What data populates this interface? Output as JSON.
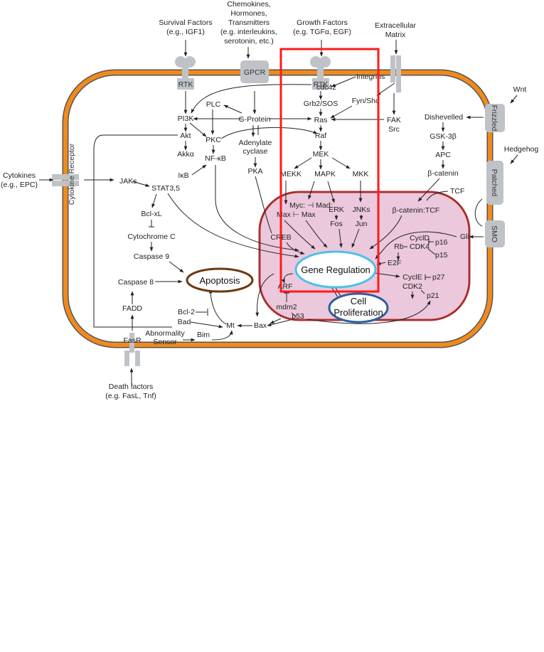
{
  "title": "Cancer cell signaling pathways",
  "colors": {
    "membrane": "#f08a1c",
    "nucleus_fill": "#ebc8dc",
    "nucleus_border": "#d42a2a",
    "highlight_box": "#ff1a1a",
    "receptor": "#bfc3c8",
    "gene_regulation_border": "#4cc0ee",
    "cell_proliferation_border": "#2e5f9e",
    "apoptosis_border": "#6b3a12"
  },
  "external_signals": {
    "survival": [
      "Survival Factors",
      "(e.g., IGF1)"
    ],
    "chemokines": [
      "Chemokines,",
      "Hormones,",
      "Transmitters",
      "(e.g. interleukins,",
      "serotonin, etc.)"
    ],
    "growth": [
      "Growth Factors",
      "(e.g. TGFα, EGF)"
    ],
    "ecm": [
      "Extracellular",
      "Matrix"
    ],
    "wnt": "Wnt",
    "hedgehog": "Hedgehog",
    "cytokines": [
      "Cytokines",
      "(e.g., EPC)"
    ],
    "death": [
      "Death factors",
      "(e.g. FasL, Tnf)"
    ]
  },
  "receptors": {
    "rtk_left": "RTK",
    "gpcr": "GPCR",
    "rtk_mid": "RTK",
    "integrins": "Integrins",
    "frizzled": "Frizzled",
    "patched": "Patched",
    "smo": "SMO",
    "cytokine_receptor": "Cytokine Receptor",
    "fasr": "FasR"
  },
  "nodes": {
    "cdc42": "cdc42",
    "pi3k": "PI3K",
    "plc": "PLC",
    "g_protein": "G-Protein",
    "akt": "Akt",
    "pkc": "PKC",
    "akka": "Akkα",
    "nfkb": "NF-κB",
    "ikb": "IκB",
    "adenylate": [
      "Adenylate",
      "cyclase"
    ],
    "pka": "PKA",
    "grb2": "Grb2/SOS",
    "fyn": "Fyn/Shc",
    "ras": "Ras",
    "fak": "FAK",
    "src": "Src",
    "raf": "Raf",
    "mek": "MEK",
    "mekk": "MEKK",
    "mapk": "MAPK",
    "mkk": "MKK",
    "dishevelled": "Dishevelled",
    "gsk": "GSK-3β",
    "apc": "APC",
    "bcatenin": "β-catenin",
    "tcf": "TCF",
    "jaks": "JAKs",
    "stat": "STAT3,5",
    "bclxl": "Bcl-xL",
    "cytochrome": "Cytochrome C",
    "caspase9": "Caspase 9",
    "caspase8": "Caspase 8",
    "fadd": "FADD",
    "bad": "Bad",
    "bcl2": "Bcl-2",
    "mt": "Mt",
    "bax": "Bax",
    "bim": "Bim",
    "abnormality": [
      "Abnormality",
      "Sensor"
    ],
    "myc_mad": "Myc: ⊣ Mad:",
    "max_max": "Max ⊢ Max",
    "erk": "ERK",
    "fos": "Fos",
    "jnks": "JNKs",
    "jun": "Jun",
    "creb": "CREB",
    "bcat_tcf": "β-catenin:TCF",
    "gli": "Gli",
    "cycld": "CyclD",
    "cdk4": "CDK4",
    "rb": "Rb",
    "p16": "p16",
    "p15": "p15",
    "e2f": "E2F",
    "cycle": "CyclE",
    "p27": "p27",
    "cdk2": "CDK2",
    "p21": "p21",
    "arf": "ARF",
    "mdm2": "mdm2",
    "p53": "p53"
  },
  "outcomes": {
    "gene_regulation": "Gene Regulation",
    "cell_proliferation": [
      "Cell",
      "Proliferation"
    ],
    "apoptosis": "Apoptosis"
  }
}
